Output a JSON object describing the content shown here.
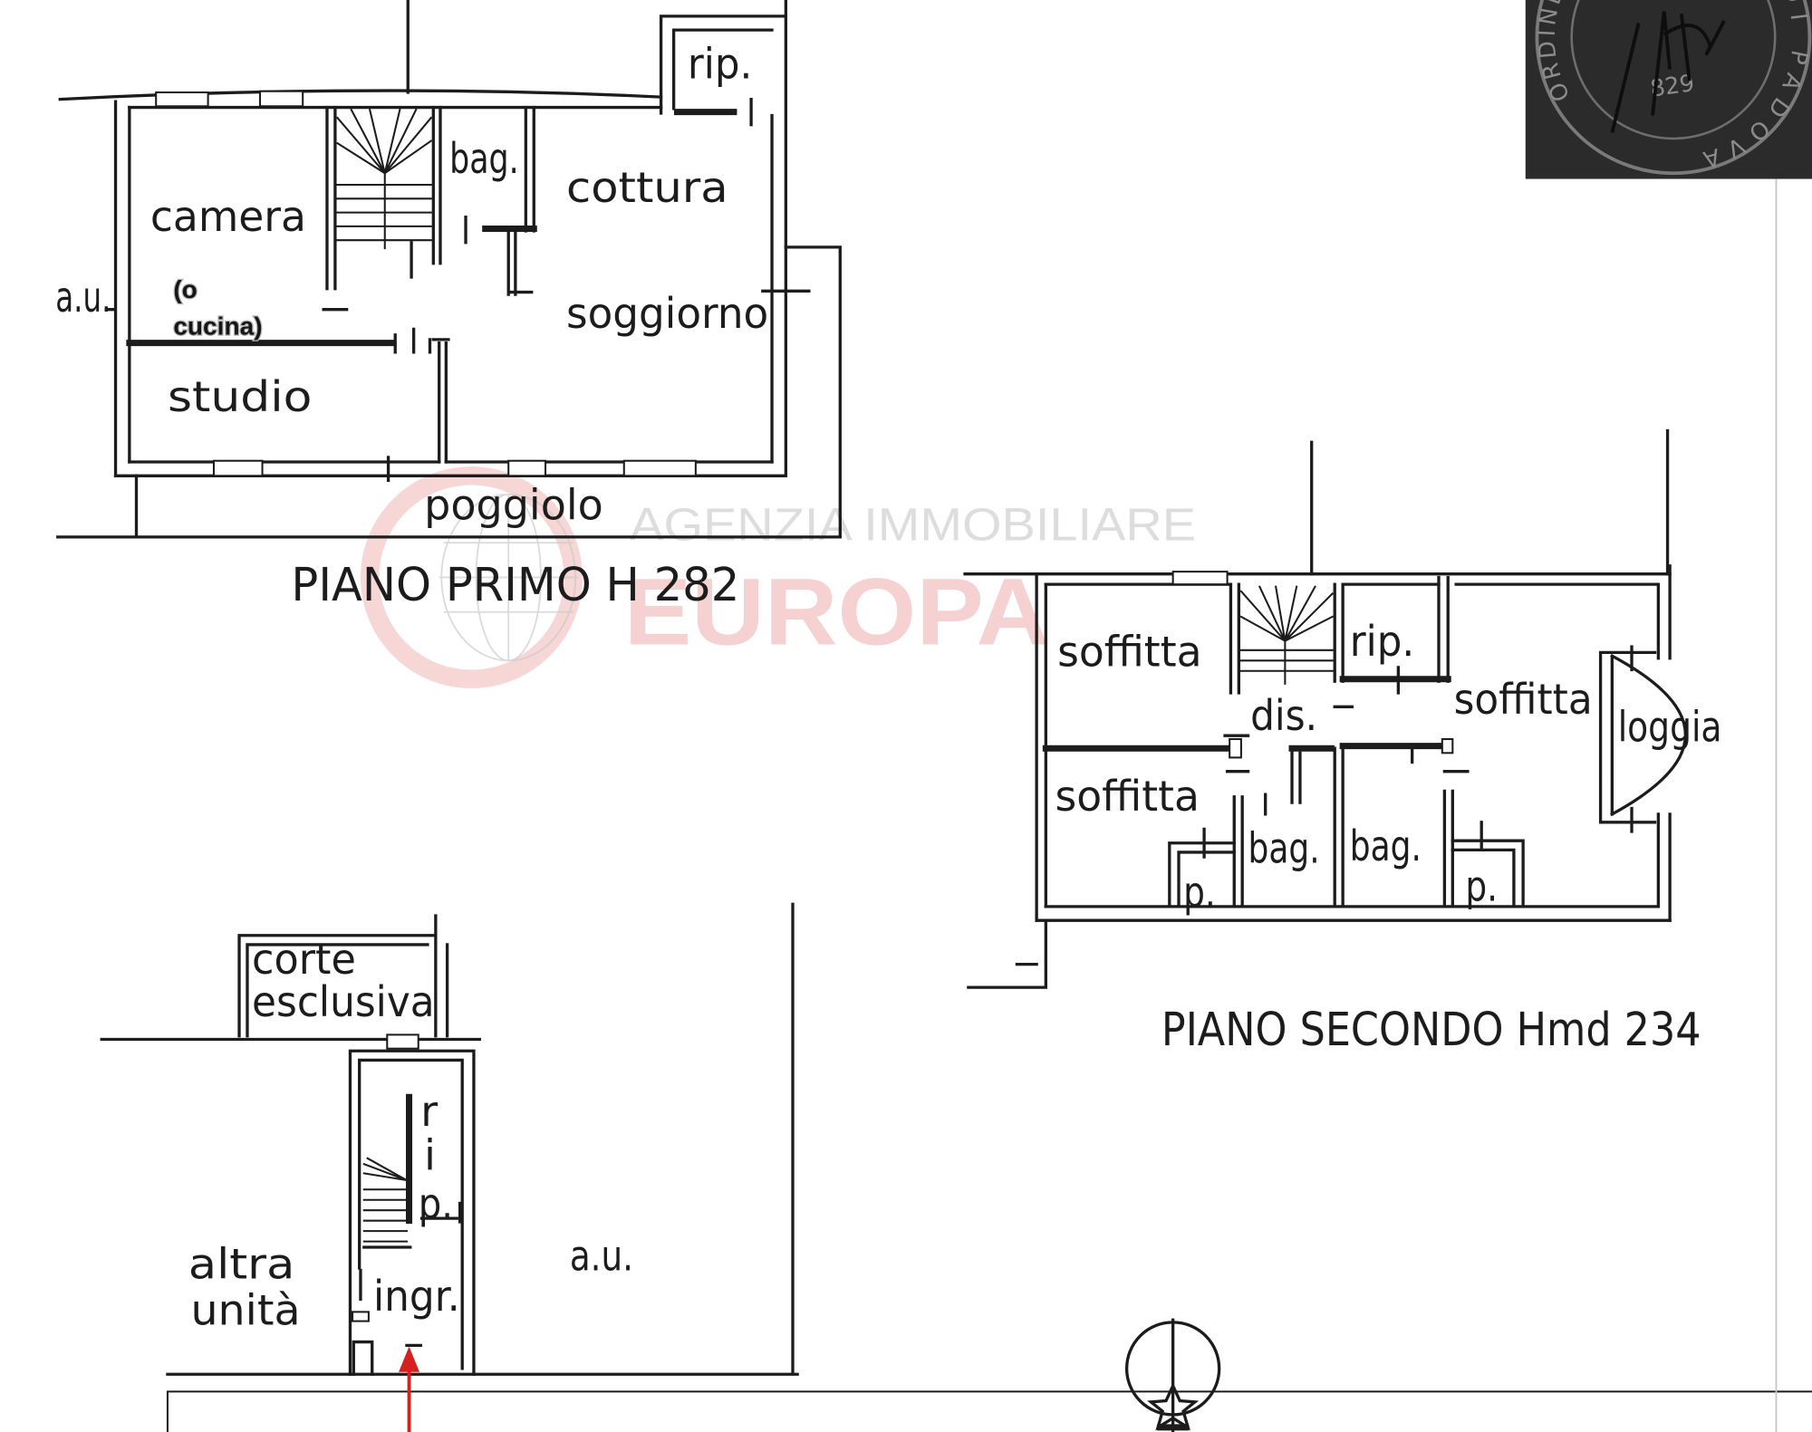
{
  "floor_plans": {
    "first_floor": {
      "title": "PIANO PRIMO H 282",
      "labels": {
        "rip": "rip.",
        "bag": "bag.",
        "cottura": "cottura",
        "camera": "camera",
        "au": "a.u.",
        "note_line1": "(o",
        "note_line2": "cucina)",
        "soggiorno": "soggiorno",
        "studio": "studio",
        "poggiolo": "poggiolo"
      }
    },
    "second_floor": {
      "title": "PIANO SECONDO Hmd 234",
      "labels": {
        "soffitta_top_left": "soffitta",
        "rip": "rip.",
        "dis": "dis.",
        "soffitta_right": "soffitta",
        "loggia": "loggia",
        "soffitta_bottom_left": "soffitta",
        "bag_left": "bag.",
        "bag_right": "bag.",
        "p_left": "p.",
        "p_right": "p."
      }
    },
    "ground_floor": {
      "labels": {
        "corte_line1": "corte",
        "corte_line2": "esclusiva",
        "rip_letters": [
          "r",
          "i",
          "p."
        ],
        "altra_line1": "altra",
        "altra_line2": "unità",
        "au": "a.u.",
        "ingr": "ingr."
      }
    }
  },
  "watermark": {
    "agency": "AGENZIA IMMOBILIARE",
    "name": "EUROPA"
  },
  "stamp": {
    "arc_left": "ORDINE",
    "arc_right": "DI PADOVA",
    "number": "829"
  },
  "colors": {
    "line": "#1c1c1c",
    "entrance_arrow": "#d62020",
    "watermark_red": "#f4cccc",
    "watermark_gray": "#dadada",
    "stamp_background": "#2b2b2b"
  }
}
